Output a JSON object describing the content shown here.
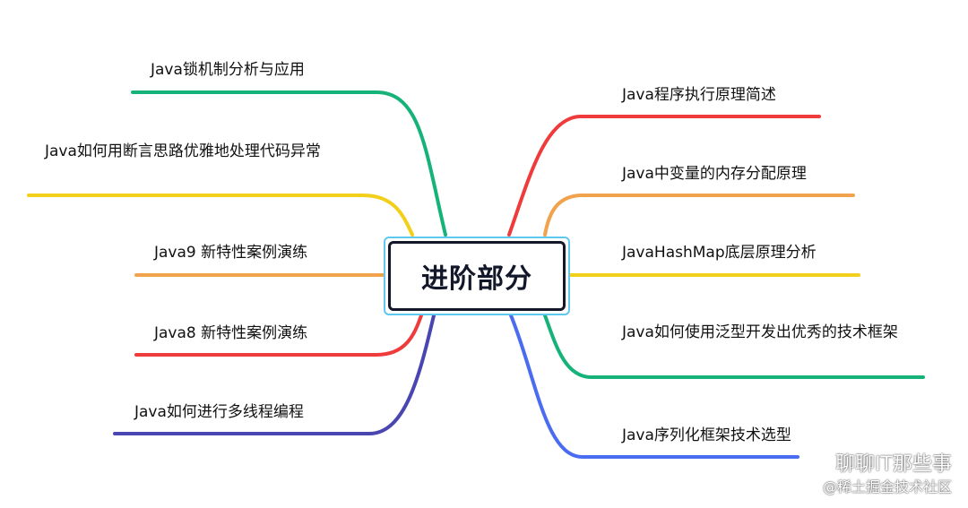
{
  "center": {
    "title": "进阶部分"
  },
  "branches": {
    "left": [
      {
        "label": "Java锁机制分析与应用",
        "color": "#15b37a"
      },
      {
        "label": "Java如何用断言思路优雅地处理代码异常",
        "color": "#f2cf1a"
      },
      {
        "label": "Java9 新特性案例演练",
        "color": "#f0a24c"
      },
      {
        "label": "Java8 新特性案例演练",
        "color": "#ef3b3b"
      },
      {
        "label": "Java如何进行多线程编程",
        "color": "#4a46b1"
      }
    ],
    "right": [
      {
        "label": "Java程序执行原理简述",
        "color": "#ef3b3b"
      },
      {
        "label": "Java中变量的内存分配原理",
        "color": "#f0a24c"
      },
      {
        "label": "JavaHashMap底层原理分析",
        "color": "#f2cf1a"
      },
      {
        "label": "Java如何使用泛型开发出优秀的技术框架",
        "color": "#15b37a"
      },
      {
        "label": "Java序列化框架技术选型",
        "color": "#4a6cf0"
      }
    ]
  },
  "watermark": {
    "line1": "聊聊IT那些事",
    "line2": "@稀土掘金技术社区",
    "icon": "wechat-icon"
  }
}
